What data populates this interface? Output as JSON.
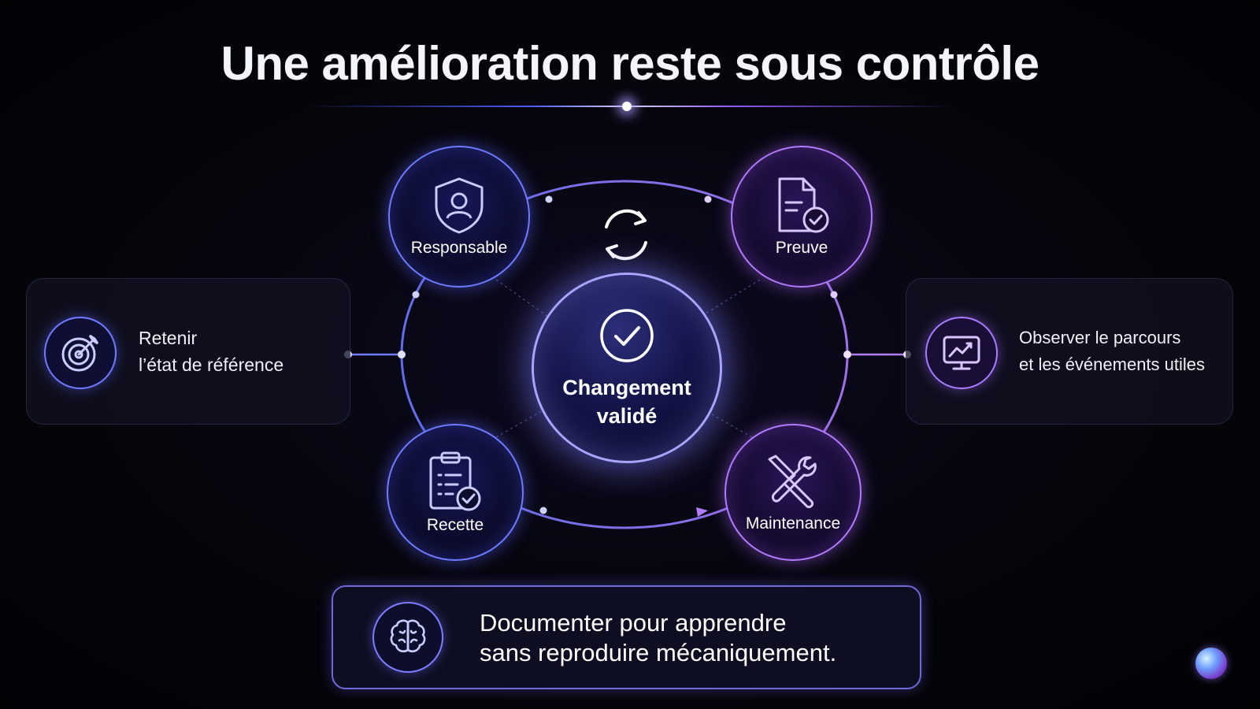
{
  "title": "Une amélioration reste sous contrôle",
  "center": {
    "label": "Changement validé",
    "icon": "check-circle-icon"
  },
  "cycle_icon": "refresh-cycle-icon",
  "nodes": {
    "responsable": {
      "label": "Responsable",
      "icon": "shield-user-icon"
    },
    "preuve": {
      "label": "Preuve",
      "icon": "document-check-icon"
    },
    "recette": {
      "label": "Recette",
      "icon": "clipboard-check-icon"
    },
    "maintenance": {
      "label": "Maintenance",
      "icon": "tools-icon"
    }
  },
  "left_card": {
    "line1": "Retenir",
    "line2": "l’état de référence",
    "icon": "target-icon"
  },
  "right_card": {
    "line1": "Observer le parcours",
    "line2": "et les événements utiles",
    "icon": "monitor-chart-icon"
  },
  "bottom_card": {
    "line1": "Documenter pour apprendre",
    "line2": "sans reproduire mécaniquement.",
    "icon": "brain-icon"
  },
  "colors": {
    "blue": "#6f7cff",
    "purple": "#b27cff",
    "background": "#05050c"
  }
}
